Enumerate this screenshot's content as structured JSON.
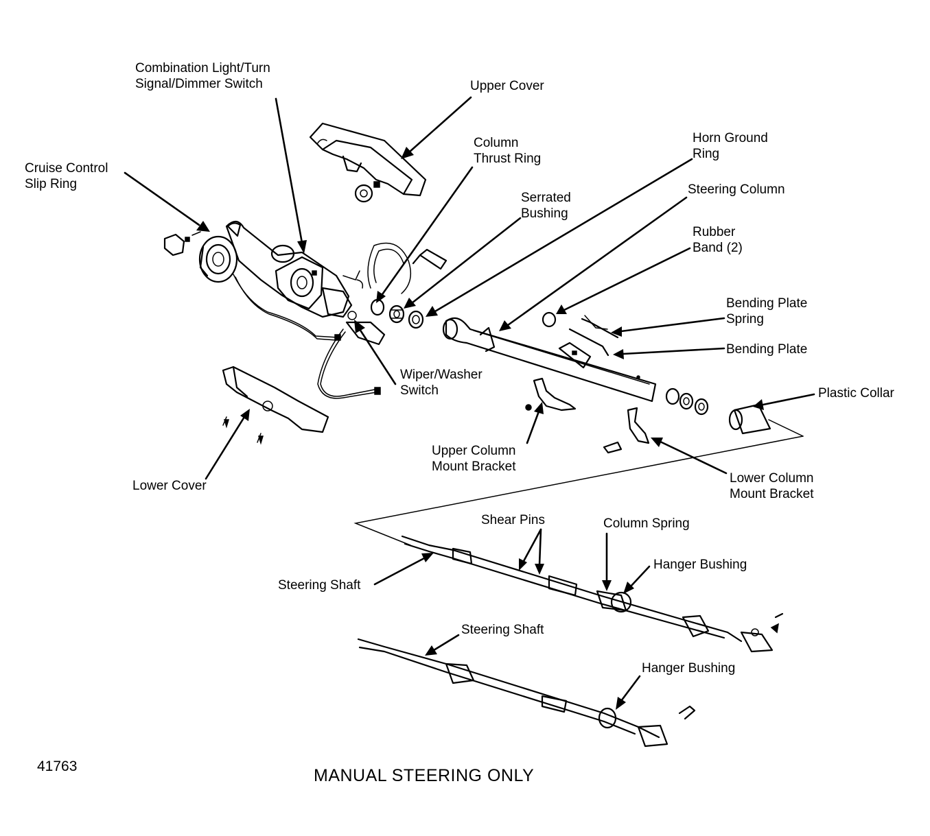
{
  "figure_number": "41763",
  "caption": "MANUAL STEERING ONLY",
  "labels": {
    "combination_switch": [
      "Combination Light/Turn",
      "Signal/Dimmer Switch"
    ],
    "upper_cover": [
      "Upper Cover"
    ],
    "cruise_control_slip_ring": [
      "Cruise Control",
      "Slip Ring"
    ],
    "column_thrust_ring": [
      "Column",
      "Thrust Ring"
    ],
    "horn_ground_ring": [
      "Horn Ground",
      "Ring"
    ],
    "serrated_bushing": [
      "Serrated",
      "Bushing"
    ],
    "steering_column": [
      "Steering Column"
    ],
    "rubber_band": [
      "Rubber",
      "Band (2)"
    ],
    "bending_plate_spring": [
      "Bending Plate",
      "Spring"
    ],
    "bending_plate": [
      "Bending Plate"
    ],
    "plastic_collar": [
      "Plastic Collar"
    ],
    "wiper_washer_switch": [
      "Wiper/Washer",
      "Switch"
    ],
    "upper_column_mount_bracket": [
      "Upper Column",
      "Mount Bracket"
    ],
    "lower_column_mount_bracket": [
      "Lower Column",
      "Mount Bracket"
    ],
    "lower_cover": [
      "Lower Cover"
    ],
    "shear_pins": [
      "Shear Pins"
    ],
    "column_spring": [
      "Column Spring"
    ],
    "hanger_bushing_1": [
      "Hanger Bushing"
    ],
    "steering_shaft_1": [
      "Steering Shaft"
    ],
    "steering_shaft_2": [
      "Steering Shaft"
    ],
    "hanger_bushing_2": [
      "Hanger Bushing"
    ]
  }
}
